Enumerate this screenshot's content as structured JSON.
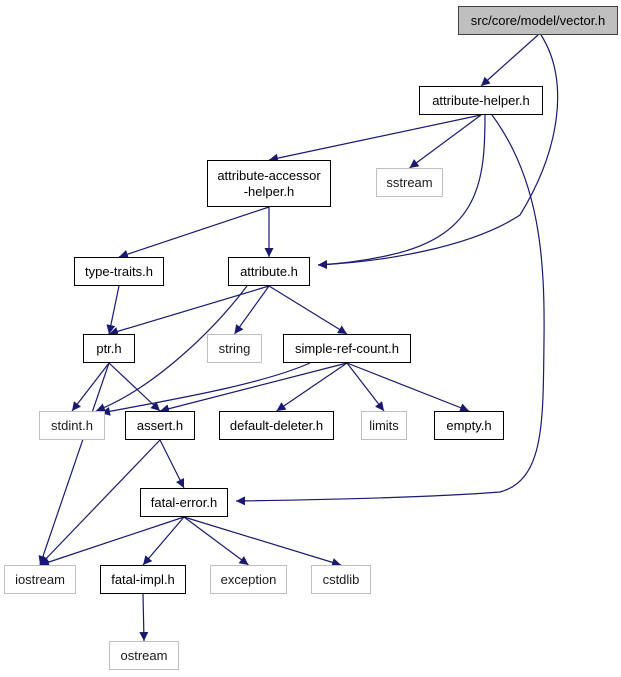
{
  "diagram": {
    "type": "include-dependency-graph",
    "colors": {
      "edge": "#191970",
      "root_fill": "#bfbfbf",
      "node_border": "#000000",
      "external_border": "#bfbfbf"
    },
    "nodes": [
      {
        "id": "vector",
        "label": "src/core/model/vector.h",
        "kind": "root"
      },
      {
        "id": "attribute_helper",
        "label": "attribute-helper.h",
        "kind": "file"
      },
      {
        "id": "attribute_accessor_helper",
        "label": "attribute-accessor\n-helper.h",
        "kind": "file"
      },
      {
        "id": "sstream",
        "label": "sstream",
        "kind": "external"
      },
      {
        "id": "type_traits",
        "label": "type-traits.h",
        "kind": "file"
      },
      {
        "id": "attribute",
        "label": "attribute.h",
        "kind": "file"
      },
      {
        "id": "ptr",
        "label": "ptr.h",
        "kind": "file"
      },
      {
        "id": "string",
        "label": "string",
        "kind": "external"
      },
      {
        "id": "simple_ref_count",
        "label": "simple-ref-count.h",
        "kind": "file"
      },
      {
        "id": "stdint",
        "label": "stdint.h",
        "kind": "external"
      },
      {
        "id": "assert",
        "label": "assert.h",
        "kind": "file"
      },
      {
        "id": "default_deleter",
        "label": "default-deleter.h",
        "kind": "file"
      },
      {
        "id": "limits",
        "label": "limits",
        "kind": "external"
      },
      {
        "id": "empty",
        "label": "empty.h",
        "kind": "file"
      },
      {
        "id": "fatal_error",
        "label": "fatal-error.h",
        "kind": "file"
      },
      {
        "id": "iostream",
        "label": "iostream",
        "kind": "external"
      },
      {
        "id": "fatal_impl",
        "label": "fatal-impl.h",
        "kind": "file"
      },
      {
        "id": "exception",
        "label": "exception",
        "kind": "external"
      },
      {
        "id": "cstdlib",
        "label": "cstdlib",
        "kind": "external"
      },
      {
        "id": "ostream",
        "label": "ostream",
        "kind": "external"
      }
    ],
    "edges": [
      {
        "from": "vector",
        "to": "attribute_helper"
      },
      {
        "from": "vector",
        "to": "attribute"
      },
      {
        "from": "attribute_helper",
        "to": "attribute_accessor_helper"
      },
      {
        "from": "attribute_helper",
        "to": "sstream"
      },
      {
        "from": "attribute_helper",
        "to": "attribute"
      },
      {
        "from": "attribute_helper",
        "to": "fatal_error"
      },
      {
        "from": "attribute_accessor_helper",
        "to": "type_traits"
      },
      {
        "from": "attribute_accessor_helper",
        "to": "attribute"
      },
      {
        "from": "type_traits",
        "to": "ptr"
      },
      {
        "from": "attribute",
        "to": "ptr"
      },
      {
        "from": "attribute",
        "to": "stdint"
      },
      {
        "from": "attribute",
        "to": "string"
      },
      {
        "from": "attribute",
        "to": "simple_ref_count"
      },
      {
        "from": "ptr",
        "to": "stdint"
      },
      {
        "from": "ptr",
        "to": "assert"
      },
      {
        "from": "ptr",
        "to": "iostream"
      },
      {
        "from": "simple_ref_count",
        "to": "stdint"
      },
      {
        "from": "simple_ref_count",
        "to": "assert"
      },
      {
        "from": "simple_ref_count",
        "to": "default_deleter"
      },
      {
        "from": "simple_ref_count",
        "to": "limits"
      },
      {
        "from": "simple_ref_count",
        "to": "empty"
      },
      {
        "from": "assert",
        "to": "fatal_error"
      },
      {
        "from": "assert",
        "to": "iostream"
      },
      {
        "from": "fatal_error",
        "to": "iostream"
      },
      {
        "from": "fatal_error",
        "to": "fatal_impl"
      },
      {
        "from": "fatal_error",
        "to": "exception"
      },
      {
        "from": "fatal_error",
        "to": "cstdlib"
      },
      {
        "from": "fatal_impl",
        "to": "ostream"
      }
    ]
  }
}
